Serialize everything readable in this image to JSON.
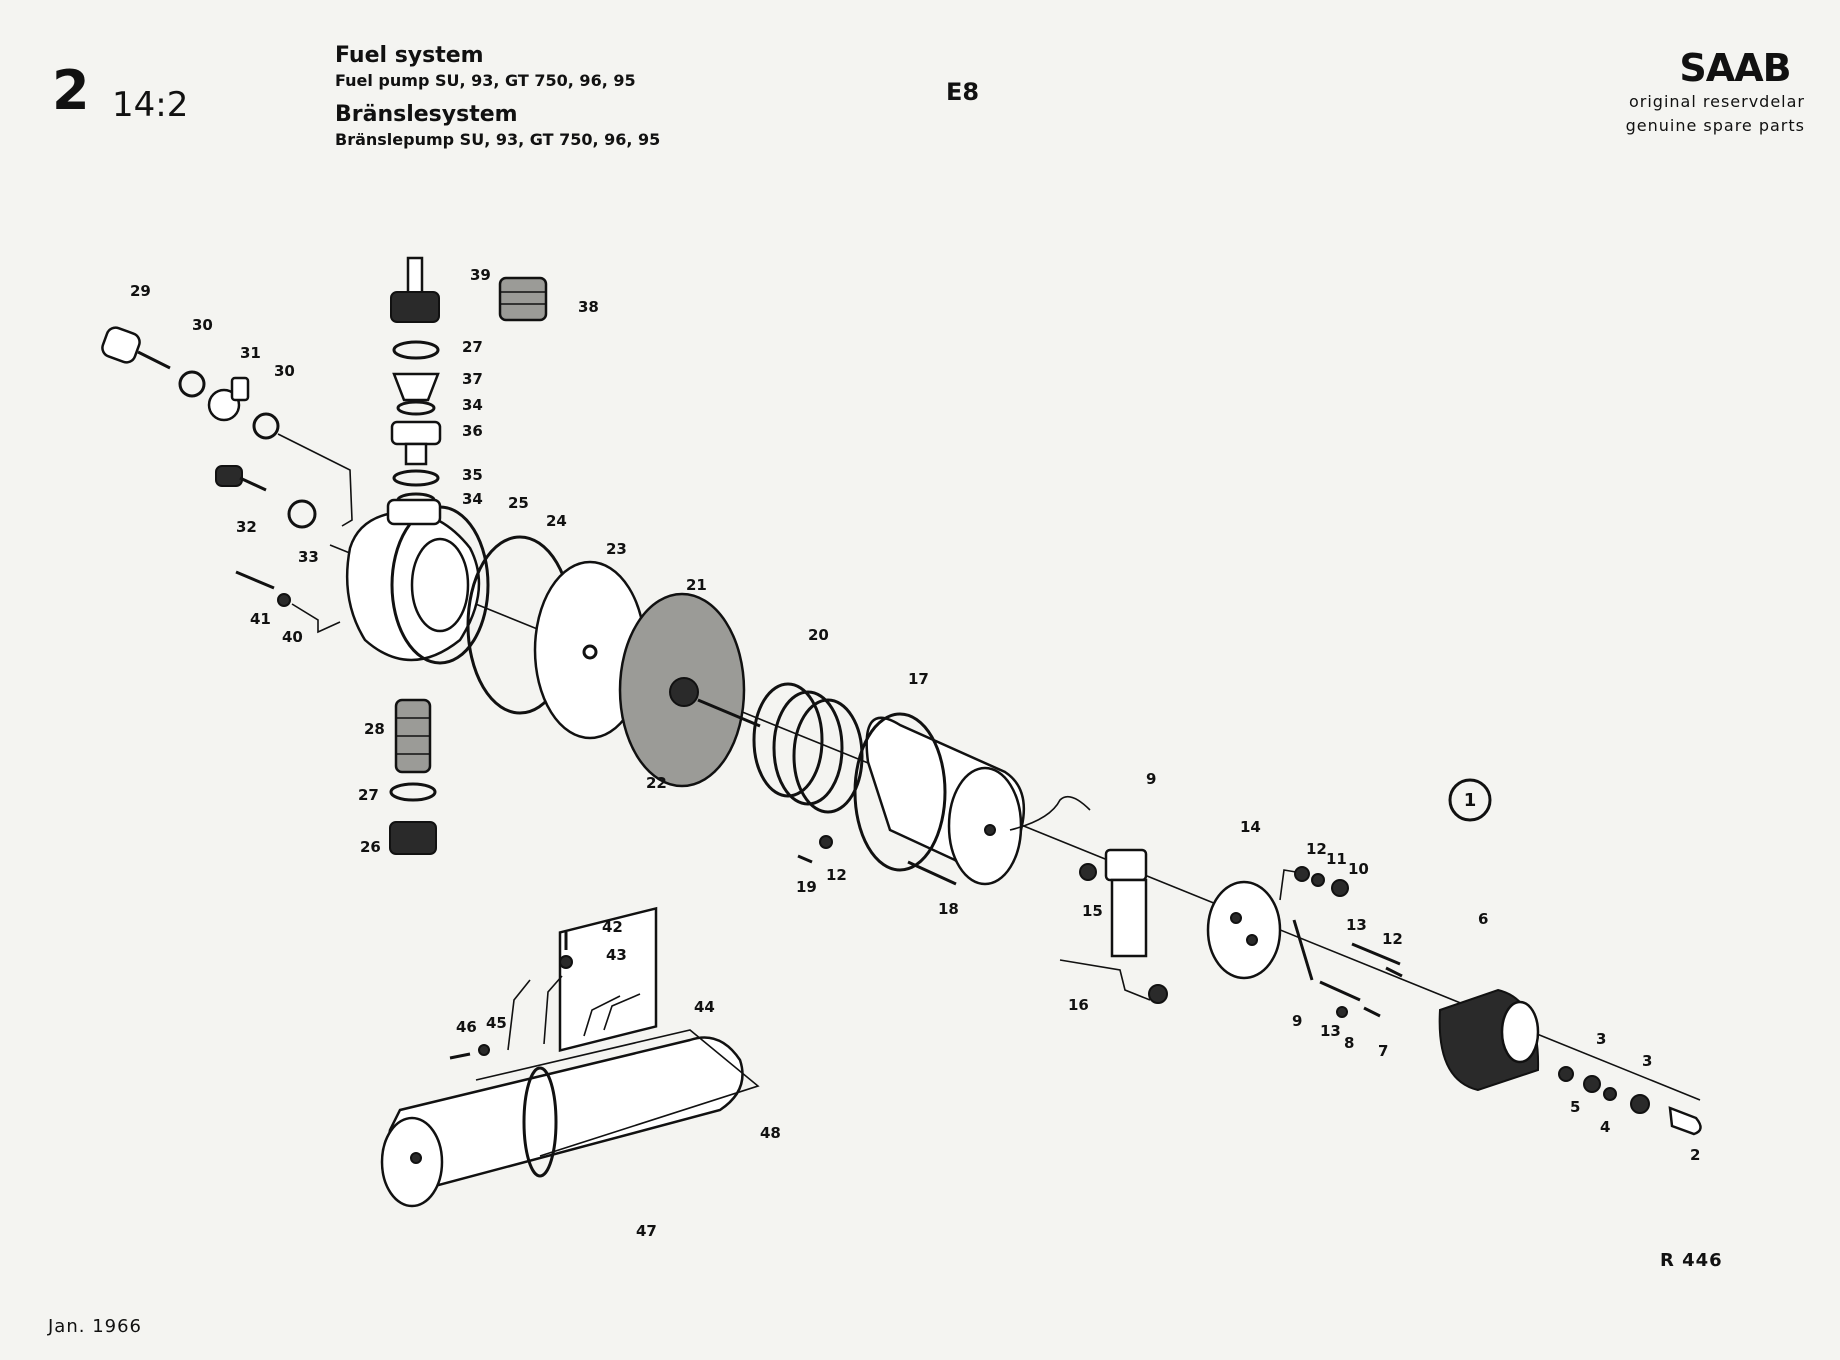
{
  "header": {
    "section_number": "2",
    "sub_section": "14:2",
    "title_en": "Fuel system",
    "subtitle_en": "Fuel pump SU, 93, GT 750, 96, 95",
    "title_sv": "Bränslesystem",
    "subtitle_sv": "Bränslepump SU, 93, GT 750, 96, 95",
    "page_code": "E8"
  },
  "brand": {
    "logo_text": "SAAB",
    "line1": "original reservdelar",
    "line2": "genuine spare parts"
  },
  "footer": {
    "ref_code": "R 446",
    "date": "Jan. 1966"
  },
  "diagram": {
    "group_marker": "1",
    "labels": [
      "39",
      "38",
      "29",
      "30",
      "31",
      "30",
      "27",
      "37",
      "34",
      "36",
      "35",
      "34",
      "25",
      "24",
      "23",
      "32",
      "33",
      "41",
      "40",
      "21",
      "20",
      "17",
      "28",
      "22",
      "27",
      "26",
      "19",
      "12",
      "18",
      "9",
      "14",
      "12",
      "11",
      "10",
      "15",
      "13",
      "12",
      "16",
      "9",
      "13",
      "8",
      "7",
      "6",
      "42",
      "43",
      "44",
      "46",
      "45",
      "3",
      "3",
      "5",
      "4",
      "2",
      "48",
      "47"
    ]
  }
}
